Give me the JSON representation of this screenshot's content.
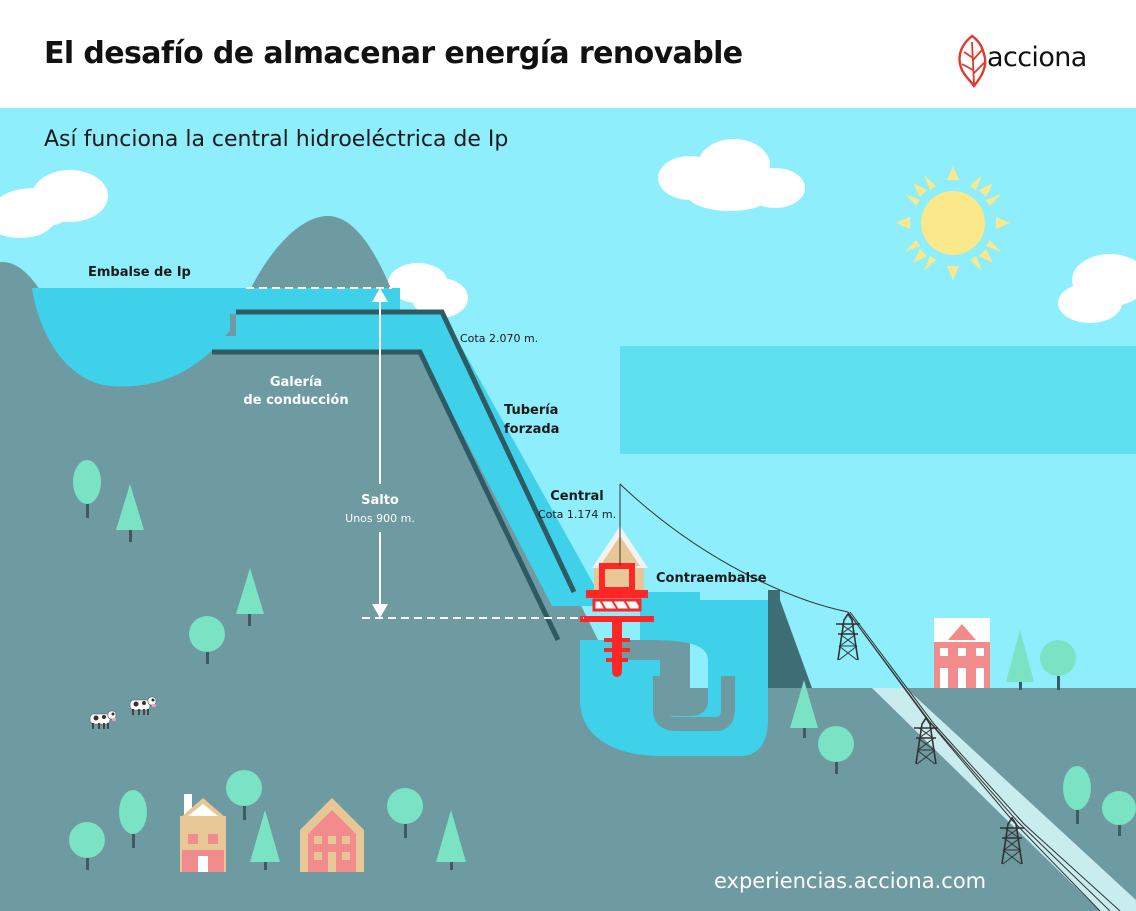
{
  "header": {
    "title": "El desafío de almacenar energía renovable",
    "brand": "acciona"
  },
  "diagram": {
    "subtitle": "Así funciona la central hidroeléctrica de Ip",
    "labels": {
      "reservoir": "Embalse de Ip",
      "upper_level": "Cota 2.070 m.",
      "gallery_line1": "Galería",
      "gallery_line2": "de conducción",
      "penstock_line1": "Tubería",
      "penstock_line2": "forzada",
      "head_title": "Salto",
      "head_value": "Unos 900 m.",
      "plant_title": "Central",
      "plant_level": "Cota 1.174 m.",
      "lower_reservoir": "Contraembalse"
    },
    "footer_url": "experiencias.acciona.com"
  },
  "colors": {
    "sky": "#8eeefc",
    "mountain": "#6e9aa1",
    "water": "#3fd0ea",
    "tube_edge": "#2e5b63",
    "brand_red": "#e03a2a",
    "turbine_red": "#ff2626",
    "sun": "#fbe88a",
    "tree": "#79e3c3"
  },
  "icons": [
    "acciona-leaf-logo",
    "sun-icon",
    "cloud-icon",
    "tree-icon",
    "house-icon",
    "cow-icon",
    "pylon-icon",
    "turbine-icon"
  ]
}
